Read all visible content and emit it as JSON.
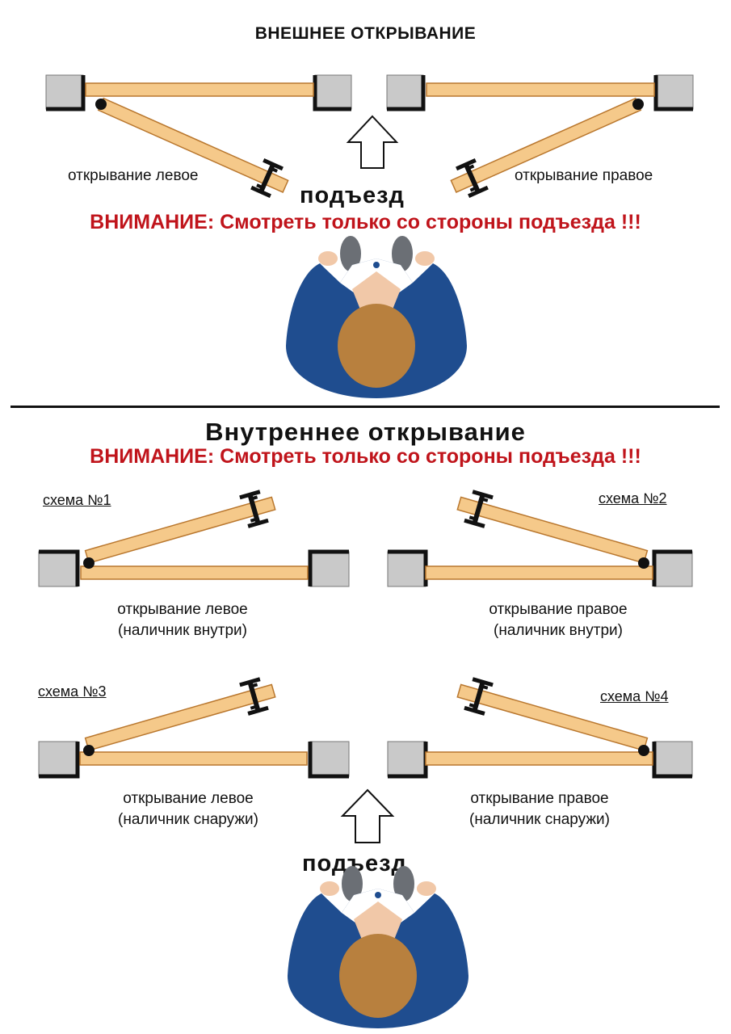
{
  "outer_section": {
    "title": "ВНЕШНЕЕ ОТКРЫВАНИЕ",
    "left_caption": "открывание левое",
    "right_caption": "открывание правое",
    "entrance_label": "подъезд",
    "warning": "ВНИМАНИЕ: Смотреть только со стороны подъезда !!!"
  },
  "inner_section": {
    "title": "Внутреннее открывание",
    "warning": "ВНИМАНИЕ: Смотреть только со стороны подъезда !!!",
    "schemes": [
      {
        "label": "схема №1",
        "caption_line1": "открывание левое",
        "caption_line2": "(наличник внутри)"
      },
      {
        "label": "схема №2",
        "caption_line1": "открывание правое",
        "caption_line2": "(наличник внутри)"
      },
      {
        "label": "схема №3",
        "caption_line1": "открывание левое",
        "caption_line2": "(наличник снаружи)"
      },
      {
        "label": "схема №4",
        "caption_line1": "открывание правое",
        "caption_line2": "(наличник снаружи)"
      }
    ],
    "entrance_label": "подъезд"
  },
  "colors": {
    "wall": "#c9c9c9",
    "door": "#f5c98a",
    "door_edge": "#b9772e",
    "warning": "#c0141b",
    "jacket": "#1f4d8f",
    "hair": "#b8803e",
    "skin": "#f1c8a8"
  }
}
